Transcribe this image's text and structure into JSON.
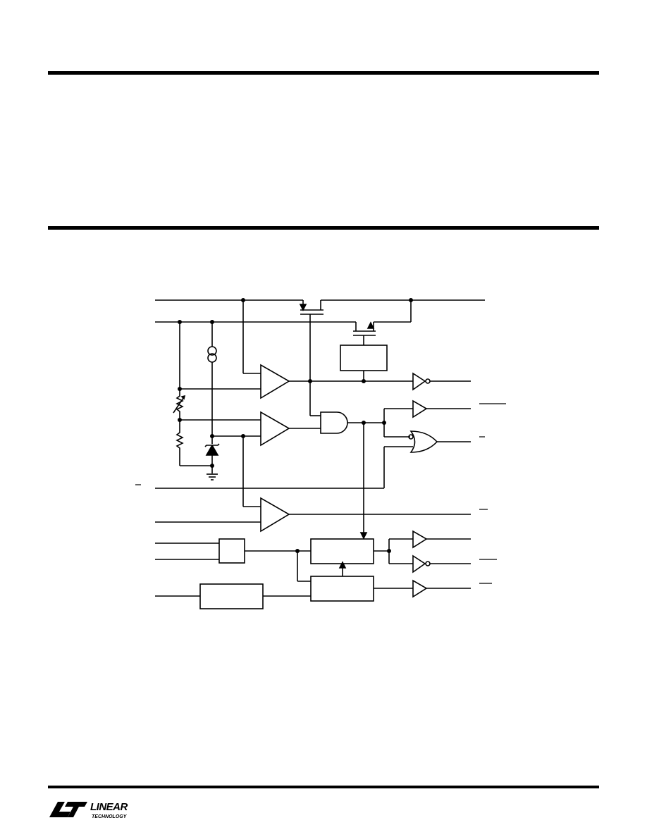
{
  "page": {
    "background": "#ffffff",
    "ink": "#000000"
  },
  "diagram": {
    "description_icon": "block-diagram",
    "amplifier_count": 3,
    "buffer_count": 5,
    "inverter_count": 2
  },
  "footer": {
    "logo_text_top": "LINEAR",
    "logo_text_bottom": "TECHNOLOGY",
    "logo_icon": "lt-logo-icon"
  }
}
